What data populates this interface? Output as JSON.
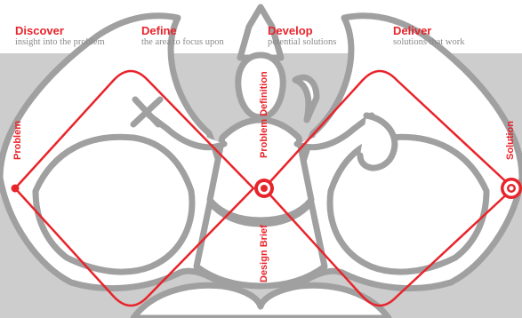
{
  "phases": [
    {
      "title": "Discover",
      "subtitle": "insight into the problem"
    },
    {
      "title": "Define",
      "subtitle": "the area to focus upon"
    },
    {
      "title": "Develop",
      "subtitle": "potential solutions"
    },
    {
      "title": "Deliver",
      "subtitle": "solutions that work"
    }
  ],
  "markers": {
    "problem": "Problem",
    "problem_definition": "Problem Definition",
    "design_brief": "Design Brief",
    "solution": "Solution"
  },
  "colors": {
    "accent": "#e8242b",
    "subtitle": "#8a8a8a",
    "band": "#cdcdcd",
    "figure_outline": "#a0a0a0",
    "figure_fill": "#ffffff"
  }
}
